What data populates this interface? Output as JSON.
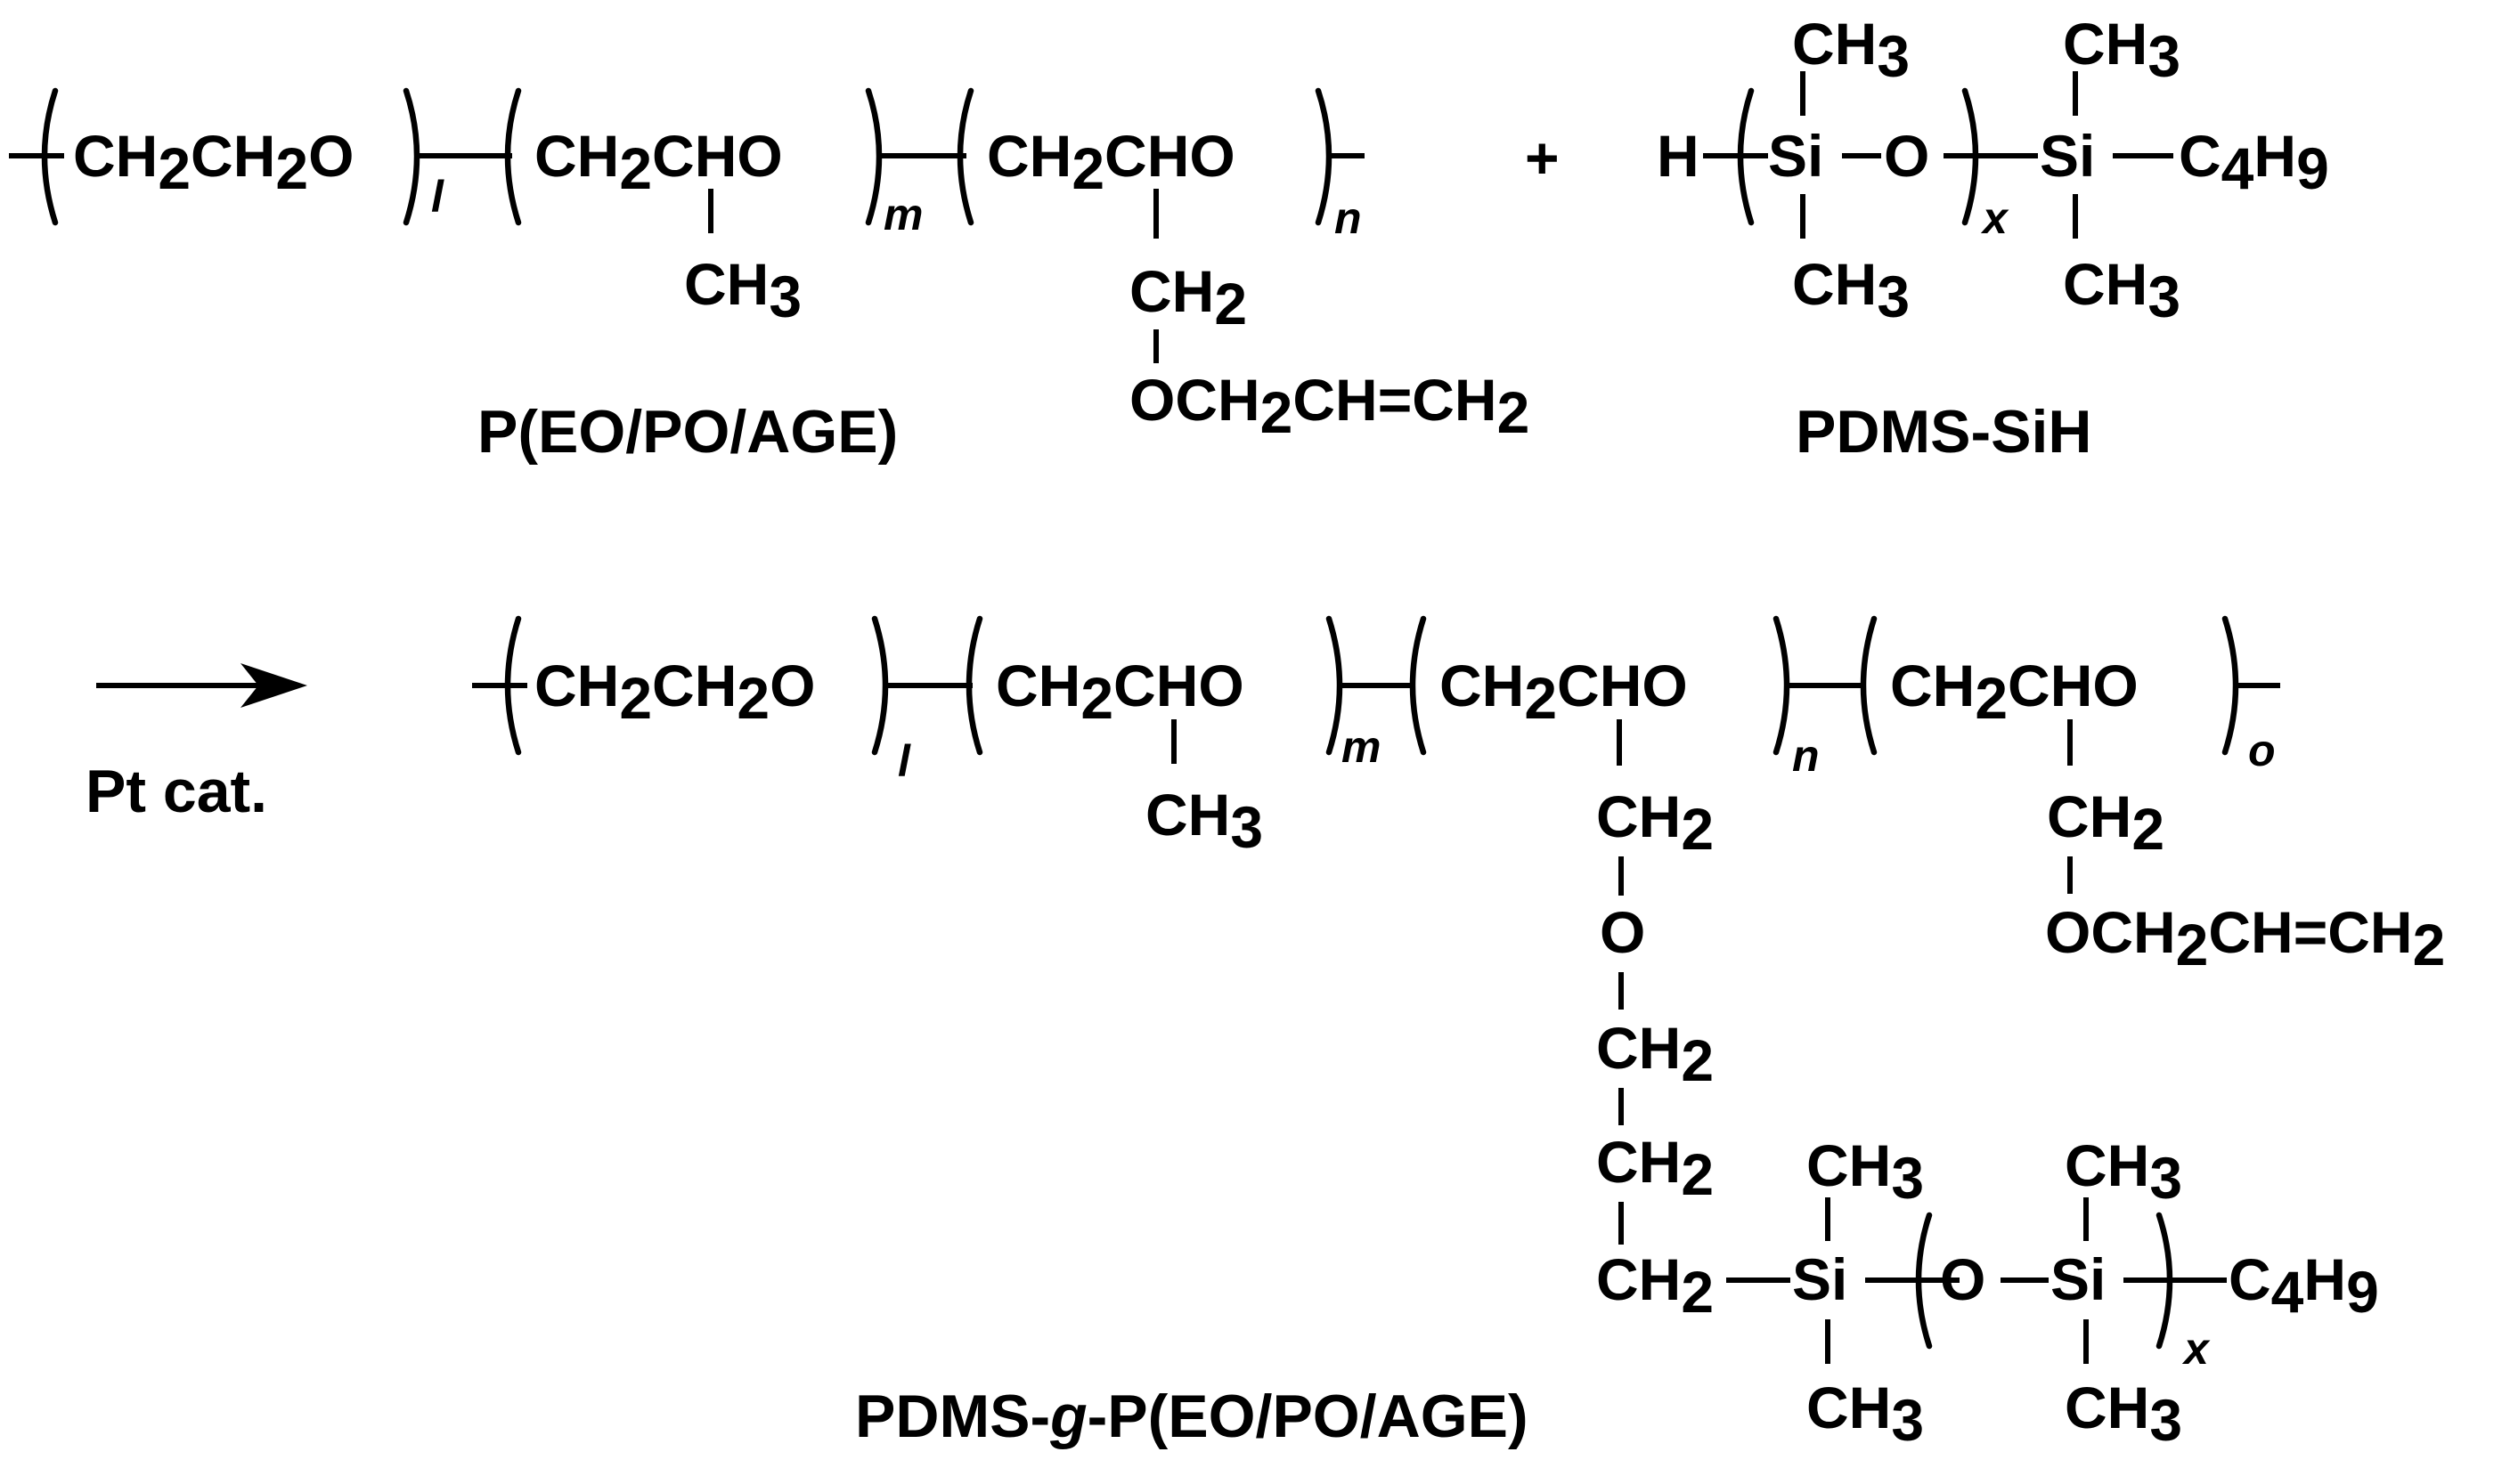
{
  "reactant1": {
    "units": [
      {
        "main": "CH",
        "sub": "2",
        "main2": "CH",
        "sub2": "2",
        "tail": "O",
        "index": "l"
      },
      {
        "main": "CH",
        "sub": "2",
        "tail": "CHO",
        "index": "m",
        "pendant": {
          "main": "CH",
          "sub": "3"
        }
      },
      {
        "main": "CH",
        "sub": "2",
        "tail": "CHO",
        "index": "n",
        "pendant1": {
          "main": "CH",
          "sub": "2"
        },
        "pendant2": {
          "a": "OCH",
          "asub": "2",
          "b": "CH=CH",
          "bsub": "2"
        }
      }
    ],
    "label": "P(EO/PO/AGE)"
  },
  "plus": "+",
  "reactant2": {
    "h": "H",
    "si1": "Si",
    "o": "O",
    "index": "x",
    "si2": "Si",
    "methyl": {
      "main": "CH",
      "sub": "3"
    },
    "butyl": {
      "main": "C",
      "sub": "4",
      "tail": "H",
      "tail_sub": "9"
    },
    "label": "PDMS-SiH"
  },
  "arrow": {
    "condition": "Pt cat."
  },
  "product": {
    "units": [
      {
        "main": "CH",
        "sub": "2",
        "main2": "CH",
        "sub2": "2",
        "tail": "O",
        "index": "l"
      },
      {
        "main": "CH",
        "sub": "2",
        "tail": "CHO",
        "index": "m",
        "pendant": {
          "main": "CH",
          "sub": "3"
        }
      },
      {
        "main": "CH",
        "sub": "2",
        "tail": "CHO",
        "index": "n"
      },
      {
        "main": "CH",
        "sub": "2",
        "tail": "CHO",
        "index": "o"
      }
    ],
    "graft_chain": {
      "ch2": {
        "main": "CH",
        "sub": "2"
      },
      "o": "O",
      "si": "Si",
      "o2": "O",
      "si2": "Si",
      "index": "x",
      "methyl": {
        "main": "CH",
        "sub": "3"
      },
      "butyl": {
        "main": "C",
        "sub": "4",
        "tail": "H",
        "tail_sub": "9"
      }
    },
    "allyl": {
      "ch2": {
        "main": "CH",
        "sub": "2"
      },
      "a": "OCH",
      "asub": "2",
      "b": "CH=CH",
      "bsub": "2"
    },
    "label": {
      "prefix": "PDMS-",
      "italic": "g",
      "suffix": "-P(EO/PO/AGE)"
    }
  }
}
